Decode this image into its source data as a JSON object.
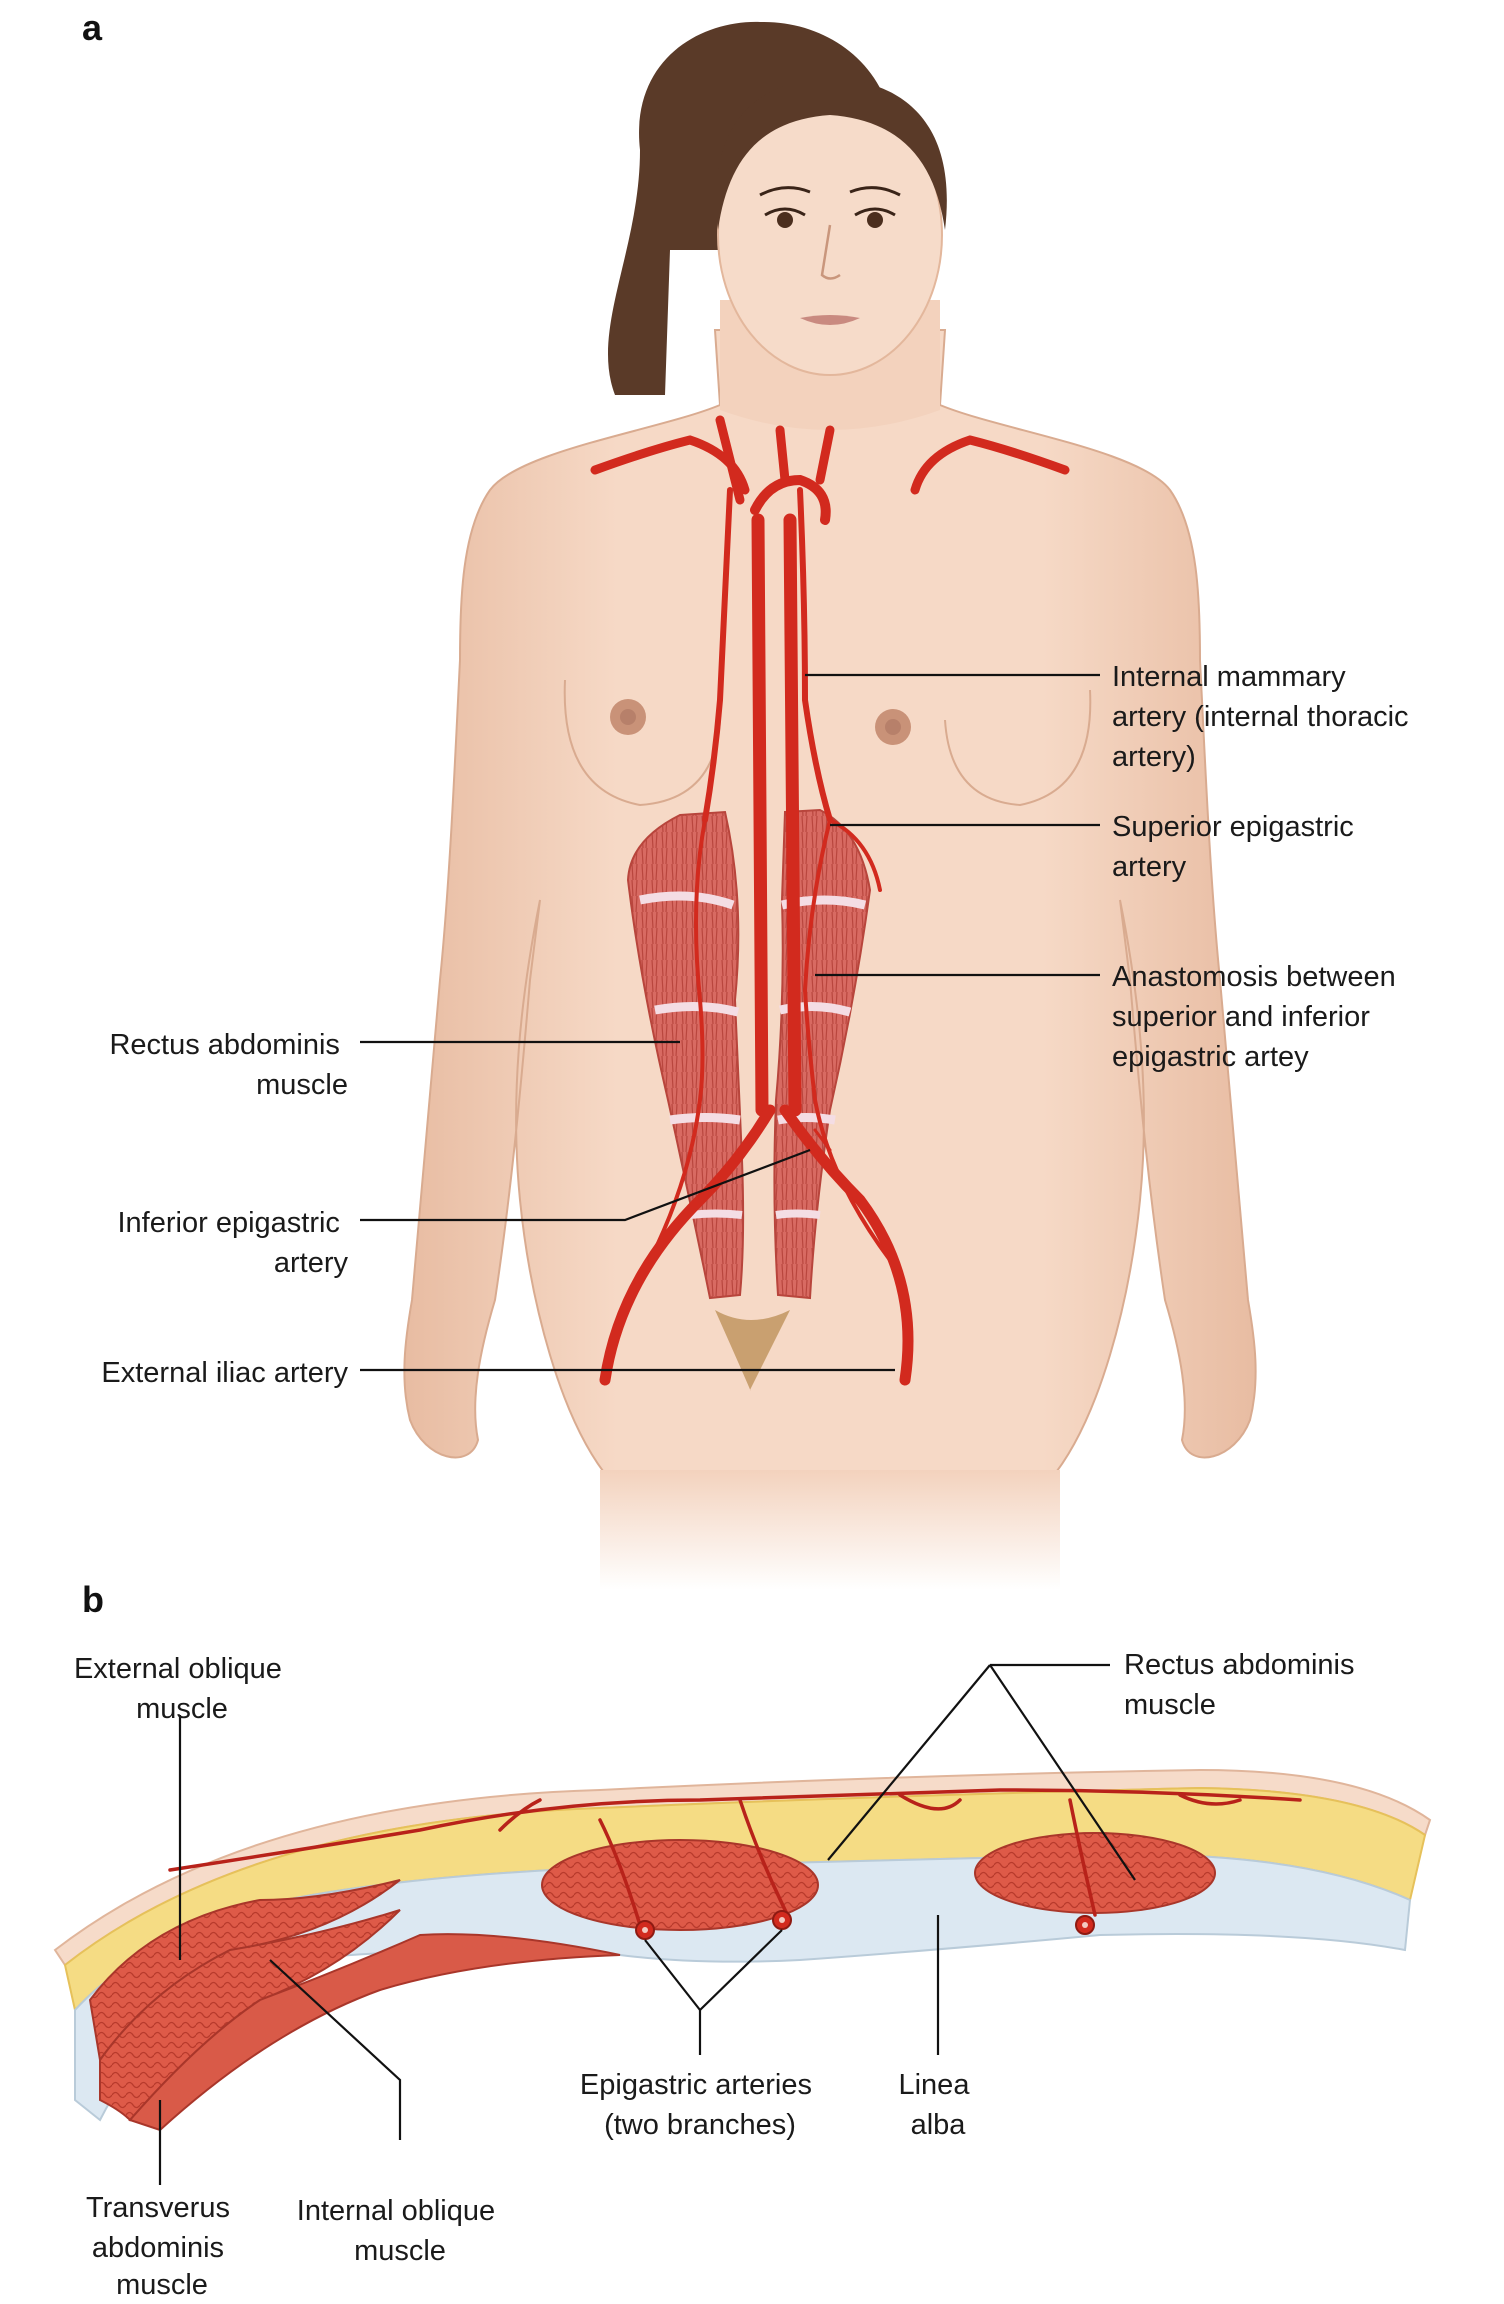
{
  "panels": {
    "a": {
      "letter": "a",
      "labels": {
        "internal_mammary": [
          "Internal mammary",
          "artery (internal thoracic",
          "artery)"
        ],
        "superior_epigastric": [
          "Superior epigastric",
          "artery"
        ],
        "anastomosis": [
          "Anastomosis between",
          "superior and inferior",
          "epigastric artey"
        ],
        "rectus_abdominis": [
          "Rectus abdominis",
          "muscle"
        ],
        "inferior_epigastric": [
          "Inferior epigastric",
          "artery"
        ],
        "external_iliac": [
          "External iliac artery"
        ]
      }
    },
    "b": {
      "letter": "b",
      "labels": {
        "external_oblique": [
          "External oblique",
          "muscle"
        ],
        "rectus_abdominis": [
          "Rectus abdominis",
          "muscle"
        ],
        "epigastric_arteries": [
          "Epigastric arteries",
          "(two branches)"
        ],
        "linea_alba": [
          "Linea",
          "alba"
        ],
        "transversus": [
          "Transverus",
          "abdominis",
          "muscle"
        ],
        "internal_oblique": [
          "Internal oblique",
          "muscle"
        ]
      }
    }
  },
  "colors": {
    "skin": "#f3d2bd",
    "skin_shade": "#e4b79d",
    "hair": "#5a3a28",
    "artery": "#d22a1e",
    "muscle": "#d9554a",
    "fat": "#f5dc84",
    "fascia": "#dce8f2"
  }
}
